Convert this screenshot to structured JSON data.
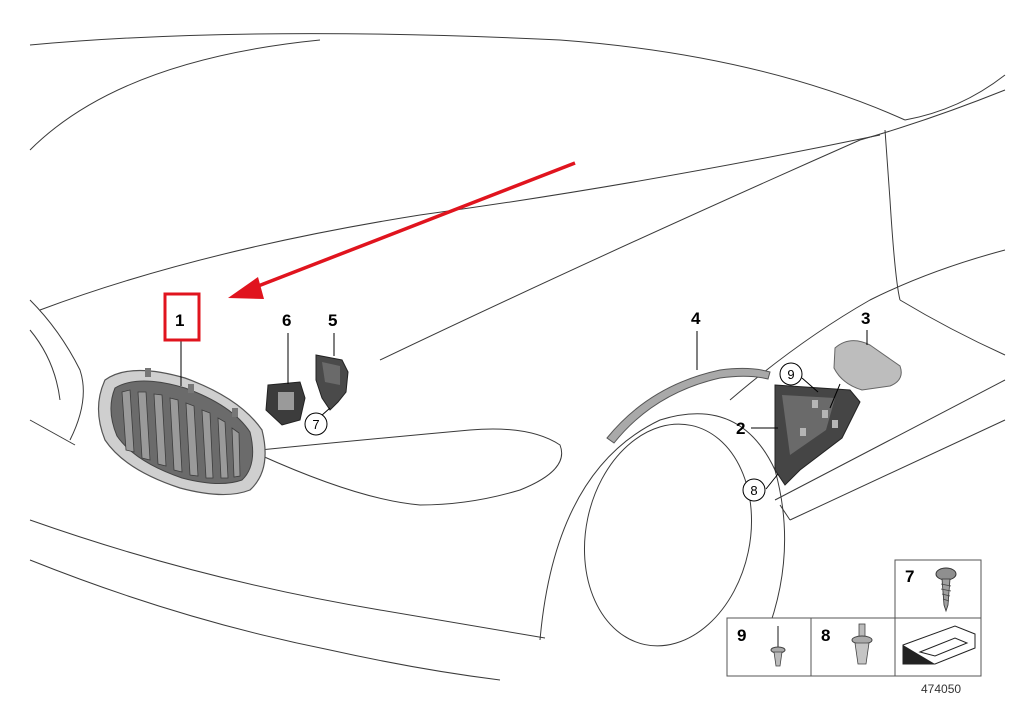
{
  "diagram": {
    "callouts": {
      "p1": "1",
      "p2": "2",
      "p3": "3",
      "p4": "4",
      "p5": "5",
      "p6": "6"
    },
    "circled": {
      "c7": "7",
      "c8": "8",
      "c9": "9"
    },
    "legend": {
      "item7": "7",
      "item8": "8",
      "item9": "9"
    },
    "document_number": "474050",
    "colors": {
      "highlight": "#e0141e",
      "outline": "#3a3a3a",
      "grille_chrome": "#c9c9c9",
      "part_dark": "#4a4a4a"
    }
  }
}
